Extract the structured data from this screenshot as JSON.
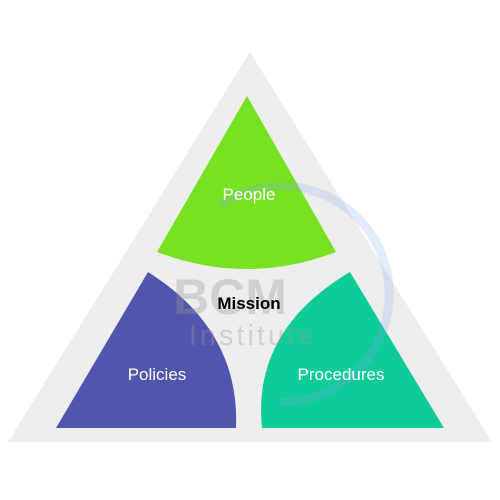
{
  "diagram": {
    "segments": {
      "top": {
        "label": "People",
        "color": "#76E222"
      },
      "left": {
        "label": "Policies",
        "color": "#5255AD"
      },
      "right": {
        "label": "Procedures",
        "color": "#0DCC98"
      }
    },
    "center_label": "Mission",
    "outer_color": "#EEEEEE"
  },
  "watermark": {
    "line1": "BCM",
    "line2": "Institute",
    "color": "#9A9A9A"
  }
}
